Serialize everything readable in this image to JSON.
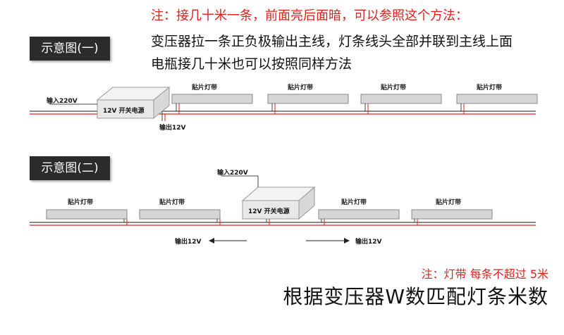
{
  "header": {
    "note": "注：接几十米一条，前面亮后面暗，可以参照这个方法：",
    "line1": "变压器拉一条正负极输出主线，灯条线头全部并联到主线上面",
    "line2": "电瓶接几十米也可以按照同样方法"
  },
  "diagram1": {
    "tag": "示意图(一)",
    "input_label": "输入220V",
    "psu_label": "12V 开关电源",
    "output_label": "输出12V",
    "strip_labels": [
      "贴片灯带",
      "贴片灯带",
      "贴片灯带",
      "贴片灯带"
    ]
  },
  "diagram2": {
    "tag": "示意图(二)",
    "input_label": "输入220V",
    "psu_label": "12V 开关电源",
    "output_left": "输出12V",
    "output_right": "输出12V",
    "strip_labels": [
      "贴片灯带",
      "贴片灯带",
      "贴片灯带",
      "贴片灯带"
    ]
  },
  "footer": {
    "note": "注：灯带 每条不超过 5米",
    "big": "根据变压器W数匹配灯条米数"
  },
  "colors": {
    "red": "#e0201c",
    "tag_bg": "#2b2b2b",
    "wire": "#444444"
  }
}
